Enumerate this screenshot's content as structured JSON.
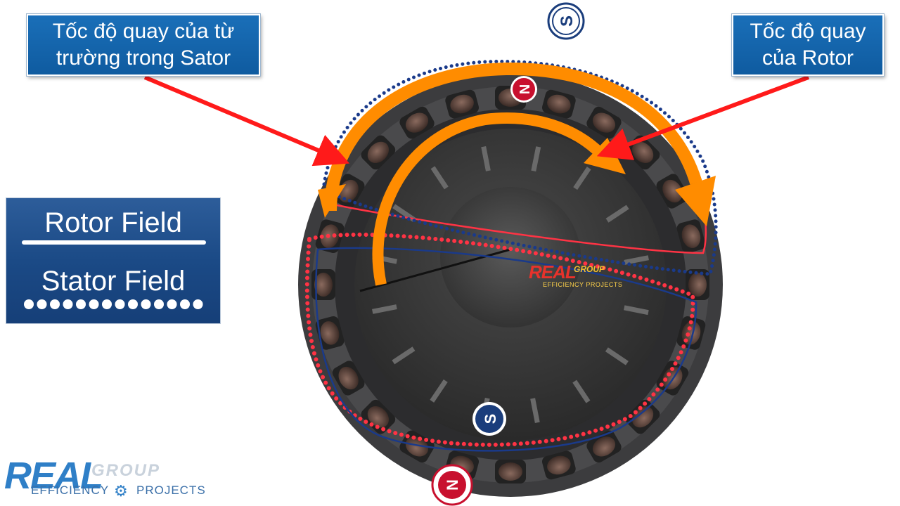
{
  "callouts": {
    "left": {
      "line1": "Tốc độ quay của từ",
      "line2": "trường trong Sator"
    },
    "right": {
      "line1": "Tốc độ quay",
      "line2": "của Rotor"
    }
  },
  "legend": {
    "rotor_label": "Rotor Field",
    "stator_label": "Stator Field"
  },
  "poles": {
    "top_outer": "S",
    "top_inner": "N",
    "bottom_inner": "S",
    "bottom_outer": "N"
  },
  "logo": {
    "brand": "REAL",
    "group": "GROUP",
    "efficiency": "EFFICIENCY",
    "projects": "PROJECTS"
  },
  "watermark": {
    "brand": "REAL",
    "group": "GROUP",
    "tagline": "EFFICIENCY PROJECTS"
  },
  "colors": {
    "callout_blue": "#1565b0",
    "legend_blue": "#1f4e8c",
    "arrow_red": "#ff1a1a",
    "orange_arrow": "#ff8c00",
    "pole_n_red": "#c8102e",
    "pole_s_blue": "#1a3d7c",
    "rotor_field_red": "#ff3344",
    "stator_field_blue": "#1a3a8a"
  },
  "icons": [
    "gear-icon",
    "arrow-icon"
  ]
}
